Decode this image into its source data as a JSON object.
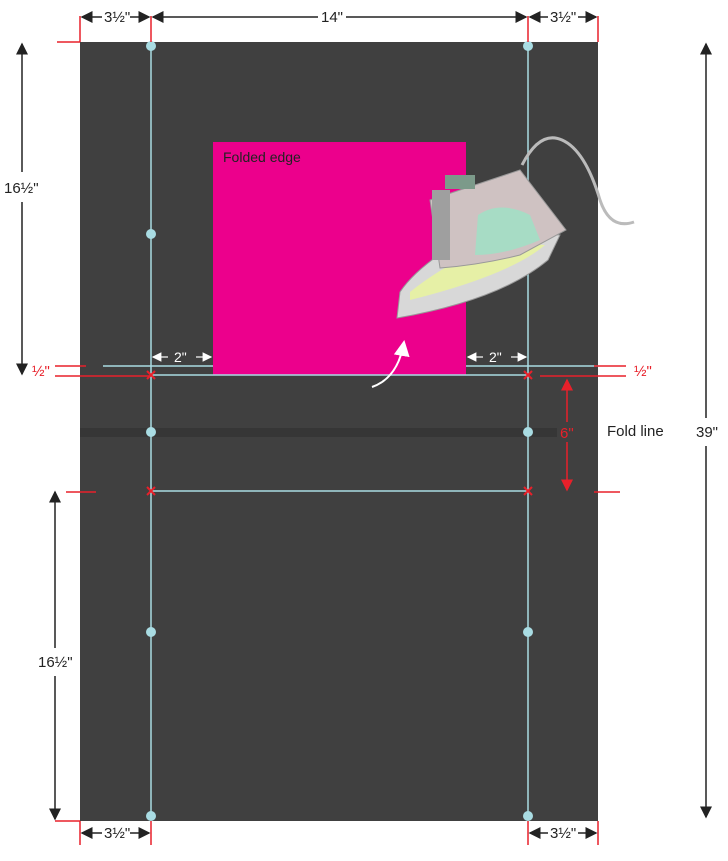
{
  "colors": {
    "board": "#404040",
    "fabric": "#ec008c",
    "guide": "#a9dce3",
    "mark": "#e8202a",
    "dim": "#222222"
  },
  "dimensions": {
    "top_left": "3½\"",
    "top_center": "14\"",
    "top_right": "3½\"",
    "bottom_left": "3½\"",
    "bottom_right": "3½\"",
    "left_upper": "16½\"",
    "left_lower": "16½\"",
    "right_total": "39\"",
    "half_left": "½\"",
    "half_right": "½\"",
    "gap_left": "2\"",
    "gap_right": "2\"",
    "fold_height": "6\""
  },
  "labels": {
    "folded_edge": "Folded edge",
    "fold_line": "Fold line"
  },
  "icons": [
    "iron-icon",
    "arrow-icon",
    "x-mark-icon",
    "dot-marker-icon"
  ]
}
